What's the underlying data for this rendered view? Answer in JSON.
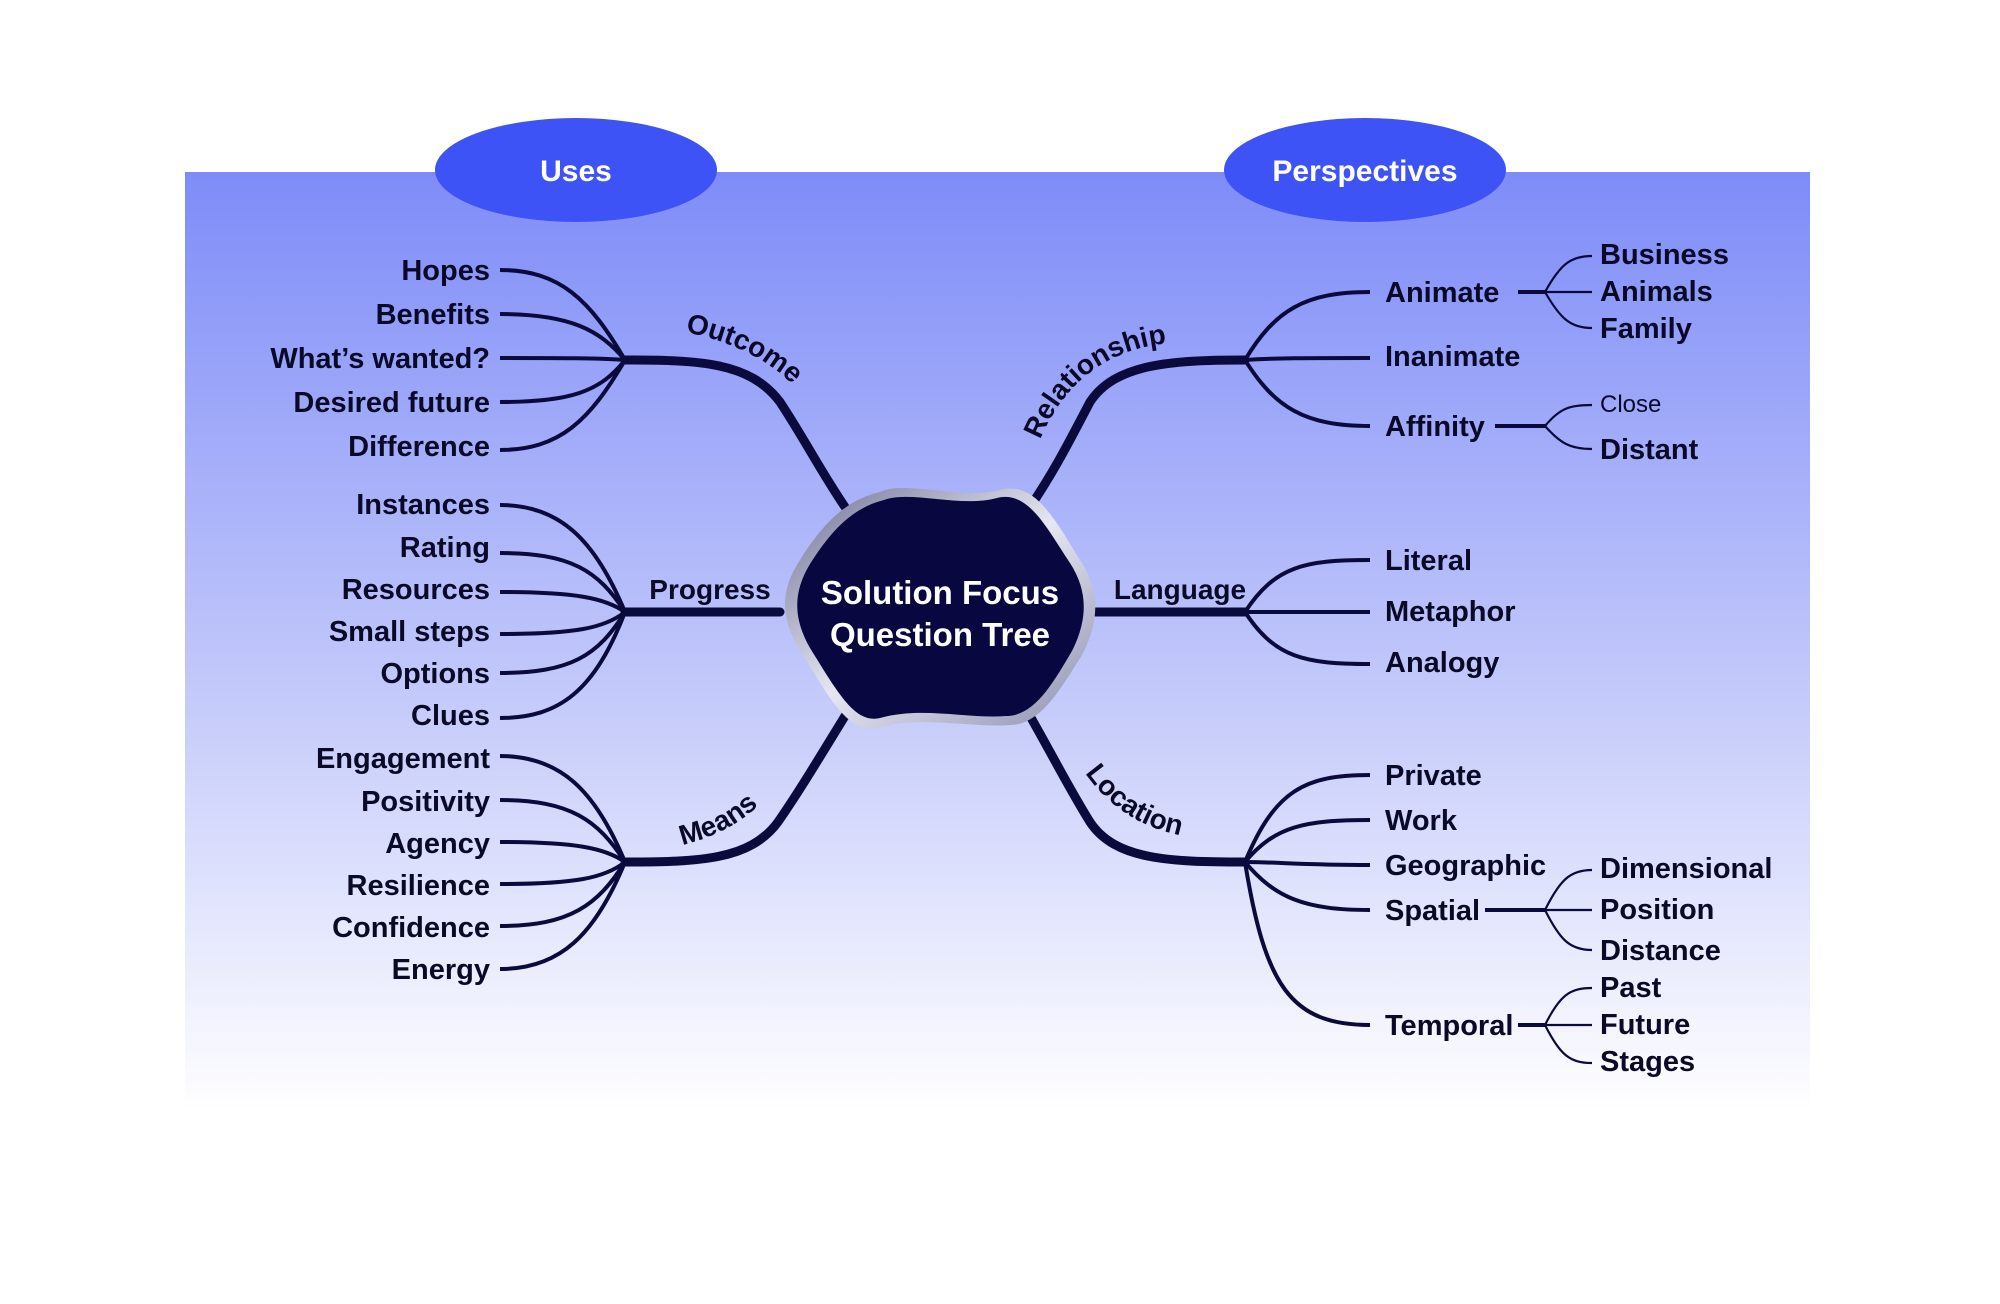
{
  "header": {
    "left_pill": "Uses",
    "right_pill": "Perspectives"
  },
  "center": {
    "line1": "Solution Focus",
    "line2": "Question Tree"
  },
  "branches": {
    "outcome": {
      "label": "Outcome",
      "leaves": [
        "Hopes",
        "Benefits",
        "What’s wanted?",
        "Desired future",
        "Difference"
      ]
    },
    "progress": {
      "label": "Progress",
      "leaves": [
        "Instances",
        "Rating",
        "Resources",
        "Small steps",
        "Options",
        "Clues"
      ]
    },
    "means": {
      "label": "Means",
      "leaves": [
        "Engagement",
        "Positivity",
        "Agency",
        "Resilience",
        "Confidence",
        "Energy"
      ]
    },
    "relationship": {
      "label": "Relationship",
      "leaves": [
        "Animate",
        "Inanimate",
        "Affinity"
      ],
      "animate_sub": [
        "Business",
        "Animals",
        "Family"
      ],
      "affinity_sub": [
        "Close",
        "Distant"
      ]
    },
    "language": {
      "label": "Language",
      "leaves": [
        "Literal",
        "Metaphor",
        "Analogy"
      ]
    },
    "location": {
      "label": "Location",
      "leaves": [
        "Private",
        "Work",
        "Geographic",
        "Spatial",
        "Temporal"
      ],
      "spatial_sub": [
        "Dimensional",
        "Position",
        "Distance"
      ],
      "temporal_sub": [
        "Past",
        "Future",
        "Stages"
      ]
    }
  },
  "colors": {
    "panel_top": "#7e8cf8",
    "panel_bottom": "#ffffff",
    "pill": "#3e53f5",
    "line": "#0b0a3c",
    "center_fill": "#09073f"
  }
}
